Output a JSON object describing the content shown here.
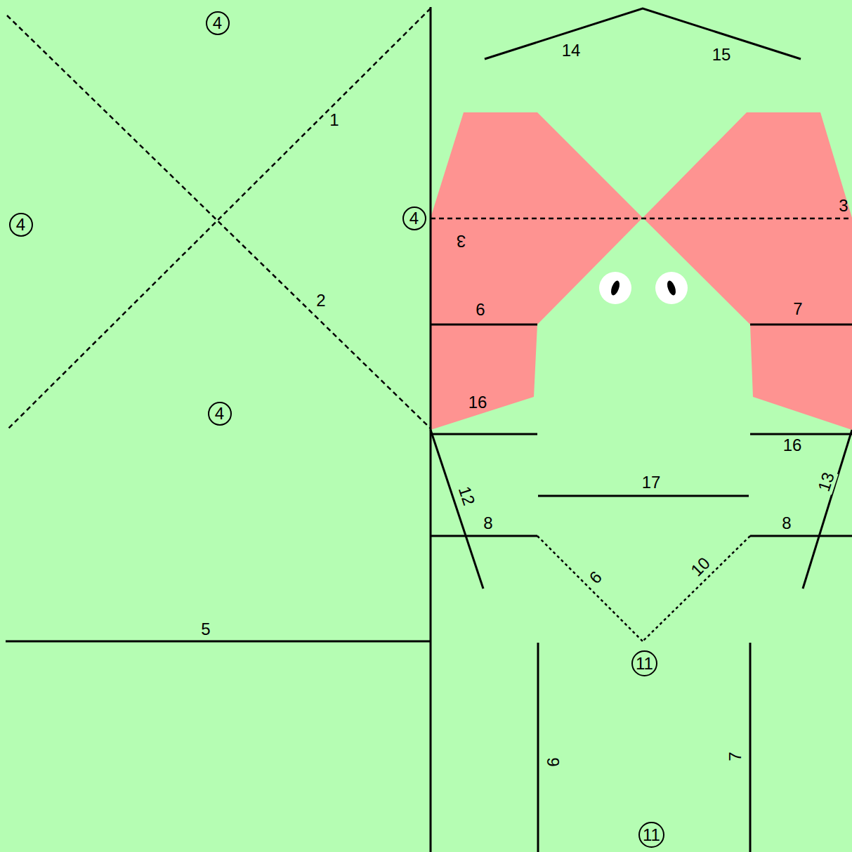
{
  "diagram": {
    "nodes": [
      {
        "text": [
          "4"
        ]
      },
      {
        "text": [
          "4"
        ]
      },
      {
        "text": [
          "4"
        ]
      },
      {
        "text": [
          "4"
        ]
      },
      {
        "text": [
          "11"
        ]
      },
      {
        "text": [
          "11"
        ]
      }
    ],
    "labels": [
      "14",
      "15",
      "1",
      "3",
      "3",
      "2",
      "6",
      "7",
      "16",
      "16",
      "17",
      "12",
      "13",
      "8",
      "8",
      "9",
      "10",
      "5",
      "9",
      "7"
    ]
  }
}
